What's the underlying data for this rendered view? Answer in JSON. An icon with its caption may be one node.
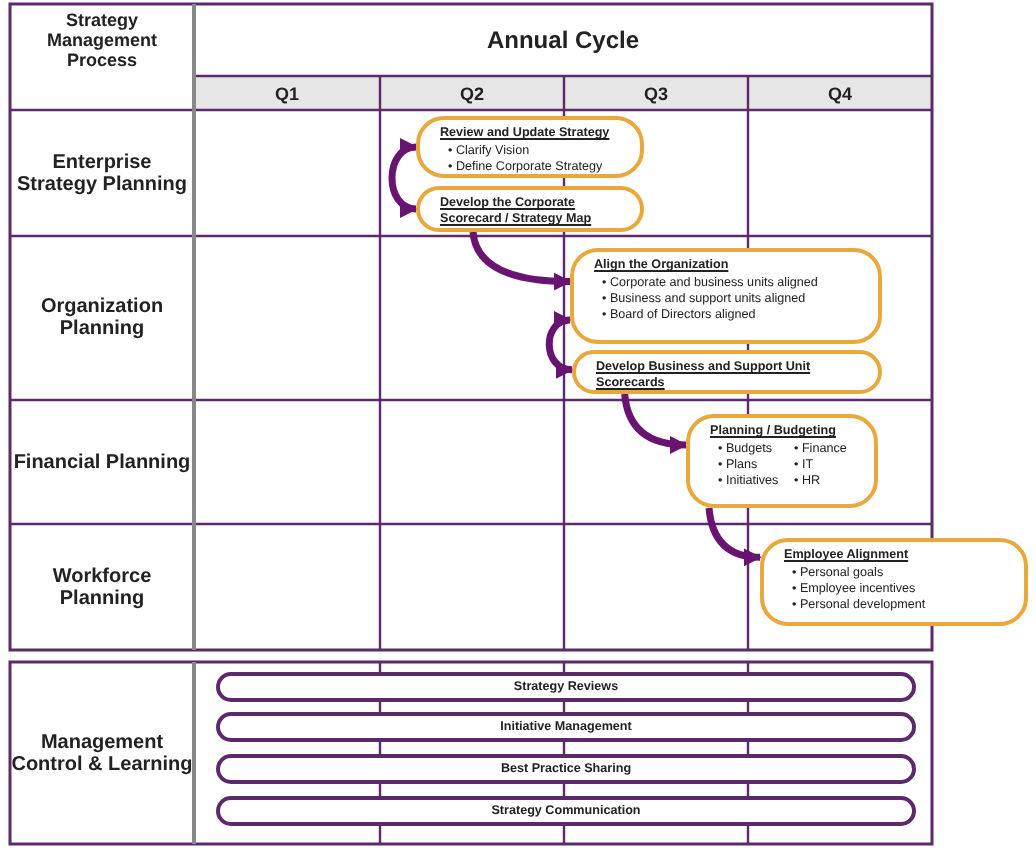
{
  "diagram": {
    "nodes": [
      {
        "text": [
          "Review and Update Strategy",
          "• Clarify Vision",
          "• Define Corporate Strategy"
        ]
      },
      {
        "text": [
          "Develop the Corporate Scorecard / Strategy Map"
        ]
      },
      {
        "text": [
          "Align the Organization",
          "• Corporate and business units aligned",
          "• Business and support units aligned",
          "• Board of Directors aligned"
        ]
      },
      {
        "text": [
          "Develop Business and Support Unit Scorecards"
        ]
      },
      {
        "text": [
          "Planning / Budgeting",
          "• Budgets",
          "• Plans",
          "• Initiatives",
          "• Finance",
          "• IT",
          "• HR"
        ]
      },
      {
        "text": [
          "Employee Alignment",
          "• Personal goals",
          "• Employee incentives",
          "• Personal development"
        ]
      },
      {
        "text": [
          "Strategy Reviews"
        ]
      },
      {
        "text": [
          "Initiative Management"
        ]
      },
      {
        "text": [
          "Best Practice Sharing"
        ]
      },
      {
        "text": [
          "Strategy Communication"
        ]
      }
    ],
    "edges": [
      {
        "from": 0,
        "to": 1,
        "arrow": "both"
      },
      {
        "from": 1,
        "to": 2,
        "arrow": "to"
      },
      {
        "from": 2,
        "to": 3,
        "arrow": "both"
      },
      {
        "from": 3,
        "to": 4,
        "arrow": "to"
      },
      {
        "from": 4,
        "to": 5,
        "arrow": "to"
      }
    ],
    "labels": [
      "Strategy Management Process",
      "Annual Cycle",
      "Q1",
      "Q2",
      "Q3",
      "Q4",
      "Enterprise Strategy Planning",
      "Organization Planning",
      "Financial Planning",
      "Workforce Planning",
      "Management Control & Learning"
    ]
  }
}
